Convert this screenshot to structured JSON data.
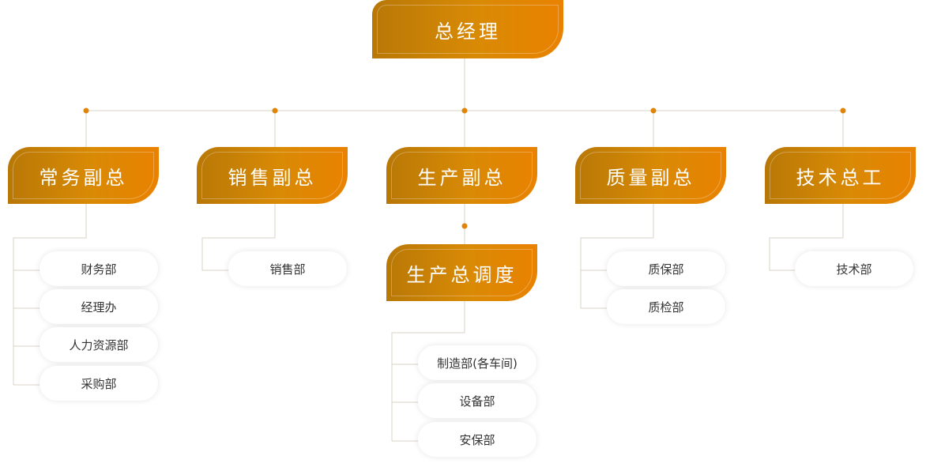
{
  "colors": {
    "accent": "#e08407",
    "line": "#d8d2c6",
    "text_dark": "#333333"
  },
  "root": {
    "label": "总经理"
  },
  "branches": [
    {
      "label": "常务副总",
      "departments": [
        "财务部",
        "经理办",
        "人力资源部",
        "采购部"
      ]
    },
    {
      "label": "销售副总",
      "departments": [
        "销售部"
      ]
    },
    {
      "label": "生产副总",
      "sub": {
        "label": "生产总调度",
        "departments": [
          "制造部(各车间)",
          "设备部",
          "安保部"
        ]
      }
    },
    {
      "label": "质量副总",
      "departments": [
        "质保部",
        "质检部"
      ]
    },
    {
      "label": "技术总工",
      "departments": [
        "技术部"
      ]
    }
  ]
}
